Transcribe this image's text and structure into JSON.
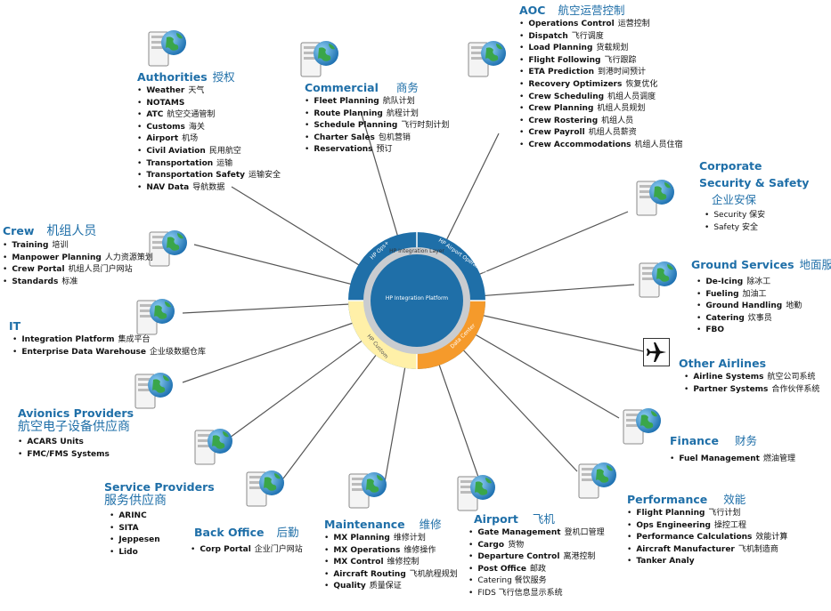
{
  "hub": {
    "center": "HP Integration Platform",
    "layer": "HP Integration Layer",
    "ops": "HP Ops+",
    "portal": "HP Airport Operations Portal",
    "custom": "HP Custom",
    "data": "Data Center"
  },
  "groups": [
    {
      "id": "authorities",
      "title": "Authorities",
      "zh": "授权",
      "items": [
        {
          "en": "Weather",
          "zh": "天气"
        },
        {
          "en": "NOTAMS",
          "zh": ""
        },
        {
          "en": "ATC",
          "zh": "航空交通管制"
        },
        {
          "en": "Customs",
          "zh": "海关"
        },
        {
          "en": "Airport",
          "zh": "机场"
        },
        {
          "en": "Civil Aviation",
          "zh": "民用航空"
        },
        {
          "en": "Transportation",
          "zh": "运输"
        },
        {
          "en": "Transportation Safety",
          "zh": "运输安全"
        },
        {
          "en": "NAV Data",
          "zh": "导航数据"
        }
      ]
    },
    {
      "id": "commercial",
      "title": "Commercial",
      "zh": "商务",
      "items": [
        {
          "en": "Fleet Planning",
          "zh": "航队计划"
        },
        {
          "en": "Route Planning",
          "zh": "航程计划"
        },
        {
          "en": "Schedule Planning",
          "zh": "飞行时刻计划"
        },
        {
          "en": "Charter Sales",
          "zh": "包机营销"
        },
        {
          "en": "Reservations",
          "zh": "预订"
        }
      ]
    },
    {
      "id": "aoc",
      "title": "AOC",
      "zh": "航空运营控制",
      "items": [
        {
          "en": "Operations Control",
          "zh": "运营控制"
        },
        {
          "en": "Dispatch",
          "zh": "飞行调度"
        },
        {
          "en": "Load Planning",
          "zh": "货载规划"
        },
        {
          "en": "Flight Following",
          "zh": "飞行跟踪"
        },
        {
          "en": "ETA Prediction",
          "zh": "到港时间预计"
        },
        {
          "en": "Recovery Optimizers",
          "zh": "恢复优化"
        },
        {
          "en": "Crew Scheduling",
          "zh": "机组人员调度"
        },
        {
          "en": "Crew Planning",
          "zh": "机组人员规划"
        },
        {
          "en": "Crew Rostering",
          "zh": "机组人员"
        },
        {
          "en": "Crew Payroll",
          "zh": "机组人员薪资"
        },
        {
          "en": "Crew Accommodations",
          "zh": "机组人员住宿"
        }
      ]
    },
    {
      "id": "security",
      "title": "Corporate Security & Safety",
      "zh": "企业安保",
      "items": [
        {
          "en": "",
          "zh": "Security 保安"
        },
        {
          "en": "",
          "zh": "Safety 安全"
        }
      ]
    },
    {
      "id": "ground",
      "title": "Ground Services",
      "zh": "地面服务",
      "items": [
        {
          "en": "De-Icing",
          "zh": "除冰工"
        },
        {
          "en": "Fueling",
          "zh": "加油工"
        },
        {
          "en": "Ground Handling",
          "zh": "地勤"
        },
        {
          "en": "Catering",
          "zh": "炊事员"
        },
        {
          "en": "FBO",
          "zh": ""
        }
      ]
    },
    {
      "id": "other",
      "title": "Other Airlines",
      "zh": "",
      "items": [
        {
          "en": "Airline Systems",
          "zh": "航空公司系统"
        },
        {
          "en": "Partner Systems",
          "zh": "合作伙伴系统"
        }
      ]
    },
    {
      "id": "finance",
      "title": "Finance",
      "zh": "财务",
      "items": [
        {
          "en": "Fuel Management",
          "zh": "燃油管理"
        }
      ]
    },
    {
      "id": "performance",
      "title": "Performance",
      "zh": "效能",
      "items": [
        {
          "en": "Flight Planning",
          "zh": "飞行计划"
        },
        {
          "en": "Ops Engineering",
          "zh": "操控工程"
        },
        {
          "en": "Performance Calculations",
          "zh": "效能计算"
        },
        {
          "en": "Aircraft Manufacturer",
          "zh": "飞机制造商"
        },
        {
          "en": "Tanker Analy",
          "zh": ""
        }
      ]
    },
    {
      "id": "airport",
      "title": "Airport",
      "zh": "飞机",
      "items": [
        {
          "en": "Gate Management",
          "zh": "登机口管理"
        },
        {
          "en": "Cargo",
          "zh": "货物"
        },
        {
          "en": "Departure Control",
          "zh": "离港控制"
        },
        {
          "en": "Post Office",
          "zh": "邮政"
        },
        {
          "en": "",
          "zh": "Catering 餐饮服务"
        },
        {
          "en": "",
          "zh": "FIDS 飞行信息显示系统"
        }
      ]
    },
    {
      "id": "maintenance",
      "title": "Maintenance",
      "zh": "维修",
      "items": [
        {
          "en": "MX Planning",
          "zh": "维修计划"
        },
        {
          "en": "MX Operations",
          "zh": "维修操作"
        },
        {
          "en": "MX Control",
          "zh": "维修控制"
        },
        {
          "en": "Aircraft Routing",
          "zh": "飞机航程规划"
        },
        {
          "en": "Quality",
          "zh": "质量保证"
        }
      ]
    },
    {
      "id": "backoffice",
      "title": "Back Office",
      "zh": "后勤",
      "items": [
        {
          "en": "Corp Portal",
          "zh": "企业门户网站"
        }
      ]
    },
    {
      "id": "service",
      "title": "Service Providers",
      "zh": "服务供应商",
      "items": [
        {
          "en": "ARINC",
          "zh": ""
        },
        {
          "en": "SITA",
          "zh": ""
        },
        {
          "en": "Jeppesen",
          "zh": ""
        },
        {
          "en": "Lido",
          "zh": ""
        }
      ]
    },
    {
      "id": "avionics",
      "title": "Avionics Providers",
      "zh": "航空电子设备供应商",
      "items": [
        {
          "en": "ACARS Units",
          "zh": ""
        },
        {
          "en": "FMC/FMS Systems",
          "zh": ""
        }
      ]
    },
    {
      "id": "it",
      "title": "IT",
      "zh": "",
      "items": [
        {
          "en": "Integration Platform",
          "zh": "集成平台"
        },
        {
          "en": "Enterprise Data Warehouse",
          "zh": "企业级数据仓库"
        }
      ]
    },
    {
      "id": "crew",
      "title": "Crew",
      "zh": "机组人员",
      "items": [
        {
          "en": "Training",
          "zh": "培训"
        },
        {
          "en": "Manpower Planning",
          "zh": "人力资源策划"
        },
        {
          "en": "Crew Portal",
          "zh": "机组人员门户网站"
        },
        {
          "en": "Standards",
          "zh": "标准"
        }
      ]
    }
  ]
}
